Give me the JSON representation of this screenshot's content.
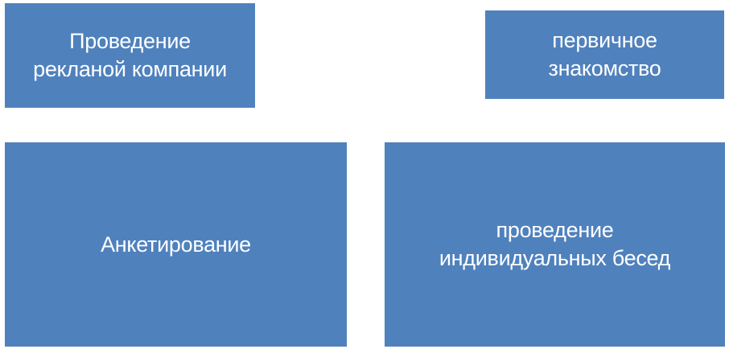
{
  "colors": {
    "box_fill": "#4f81bd",
    "text": "#ffffff"
  },
  "boxes": [
    {
      "lines": [
        "Проведение",
        "рекланой компании"
      ]
    },
    {
      "lines": [
        "первичное",
        "знакомство"
      ]
    },
    {
      "lines": [
        "Анкетирование"
      ]
    },
    {
      "lines": [
        "проведение",
        "индивидуальных бесед"
      ]
    }
  ]
}
